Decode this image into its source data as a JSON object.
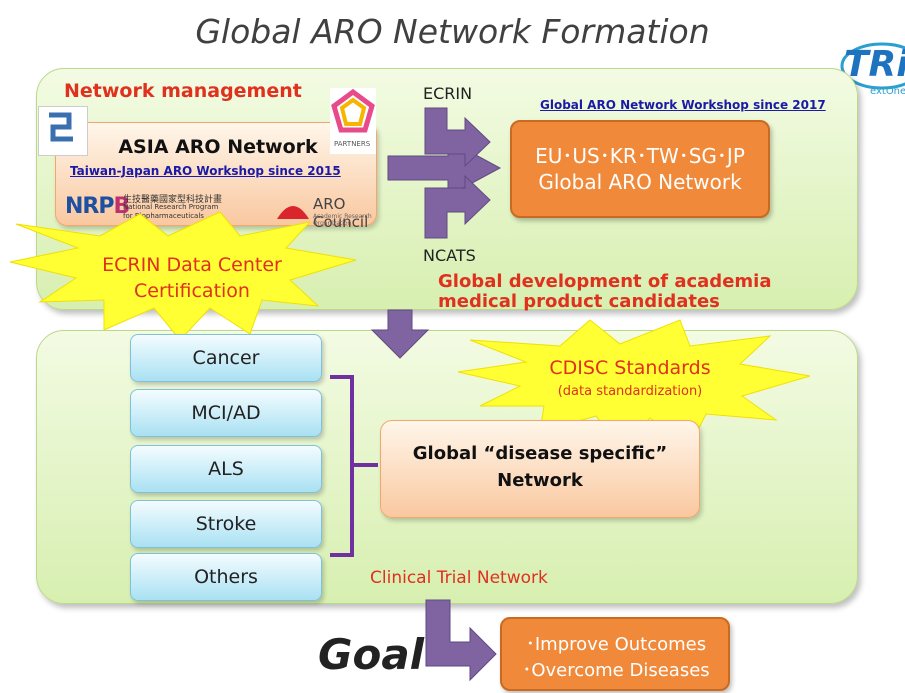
{
  "title": "Global ARO Network Formation",
  "logo": {
    "text": "TRi",
    "tagline": "extOne"
  },
  "top_panel": {
    "heading": "Network management",
    "asia_box": {
      "title": "ASIA ARO Network",
      "workshop_link": "Taiwan-Japan ARO Workshop since 2015",
      "nrpb_line1": "生技醫藥國家型科技計畫",
      "nrpb_line2": "National Research Program",
      "nrpb_line3": "for Biopharmaceuticals",
      "aro_council": "ARO Council",
      "aro_council_sub": "Academic Research Organization",
      "partners": "PARTNERS"
    },
    "ecrin_label": "ECRIN",
    "ncats_label": "NCATS",
    "global_workshop_link": "Global ARO Network Workshop since 2017",
    "global_box_line1": "EU･US･KR･TW･SG･JP",
    "global_box_line2": "Global ARO Network",
    "dev_line1": "Global development of academia",
    "dev_line2": "medical product candidates"
  },
  "burst_ecrin": {
    "line1": "ECRIN Data Center",
    "line2": "Certification"
  },
  "burst_cdisc": {
    "line1": "CDISC Standards",
    "line2": "(data standardization)"
  },
  "bottom_panel": {
    "diseases": [
      "Cancer",
      "MCI/AD",
      "ALS",
      "Stroke",
      "Others"
    ],
    "network_line1": "Global “disease specific”",
    "network_line2": "Network",
    "footer_label": "Clinical Trial Network"
  },
  "goal": {
    "label": "Goal",
    "outcome1": "･Improve Outcomes",
    "outcome2": "･Overcome Diseases"
  },
  "colors": {
    "accent_red": "#e0301e",
    "arrow_purple": "#8064a2",
    "orange": "#f08a3a",
    "burst_yellow": "#ffff33"
  }
}
